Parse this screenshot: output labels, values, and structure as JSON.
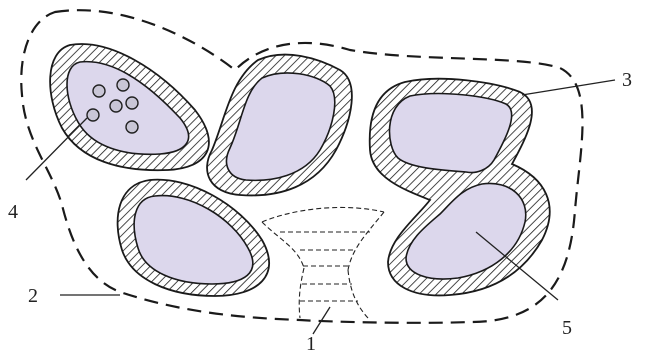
{
  "labels": {
    "l1": "1",
    "l2": "2",
    "l3": "3",
    "l4": "4",
    "l5": "5"
  },
  "colors": {
    "grain_fill": "#dcd7ec",
    "outline": "#1a1a1a",
    "background": "#ffffff"
  }
}
